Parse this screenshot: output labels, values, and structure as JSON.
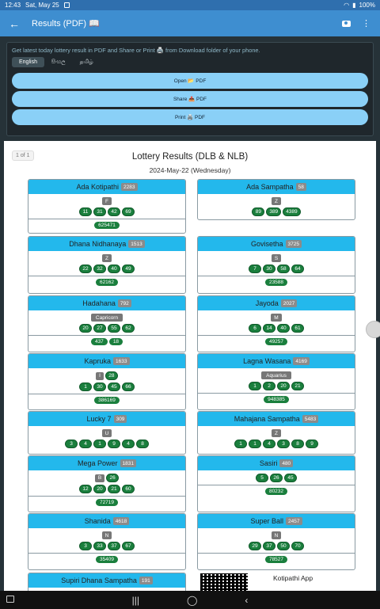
{
  "status": {
    "time": "12:43",
    "date": "Sat, May 25",
    "battery": "100%"
  },
  "appbar": {
    "title": "Results (PDF) 📖",
    "back_icon": "arrow-left-icon",
    "camera_icon": "camera-icon",
    "menu_icon": "more-vert-icon"
  },
  "panel": {
    "info": "Get latest today lottery result in PDF and Share or Print 🖨️ from Download folder of your phone.",
    "langs": [
      "English",
      "සිංහල",
      "தமிழ்"
    ],
    "active_lang": "English",
    "open_label": "Open 📂 PDF",
    "share_label": "Share 📤 PDF",
    "print_label": "Print 🖨️ PDF"
  },
  "results": {
    "page_indicator": "1 of 1",
    "title": "Lottery Results (DLB & NLB)",
    "date": "2024-May-22 (Wednesday)",
    "cards": [
      {
        "name": "Ada Kotipathi",
        "draw": "2283",
        "letter": "F",
        "numbers": [
          "11",
          "31",
          "42",
          "69"
        ],
        "jackpot": "625471"
      },
      {
        "name": "Ada Sampatha",
        "draw": "58",
        "letter": "Z",
        "numbers": [
          "89",
          "389",
          "4389"
        ],
        "jackpot": ""
      },
      {
        "name": "Dhana Nidhanaya",
        "draw": "1513",
        "letter": "Z",
        "numbers": [
          "22",
          "32",
          "40",
          "49"
        ],
        "jackpot": "62162"
      },
      {
        "name": "Govisetha",
        "draw": "3725",
        "letter": "S",
        "numbers": [
          "7",
          "30",
          "58",
          "64"
        ],
        "jackpot": "23588"
      },
      {
        "name": "Hadahana",
        "draw": "792",
        "sign": "Capricorn",
        "numbers": [
          "20",
          "27",
          "55",
          "62"
        ],
        "jackpot2": [
          "437",
          "18"
        ]
      },
      {
        "name": "Jayoda",
        "draw": "2027",
        "letter": "M",
        "numbers": [
          "6",
          "14",
          "40",
          "61"
        ],
        "jackpot": "49257"
      },
      {
        "name": "Kapruka",
        "draw": "1633",
        "letter": "I",
        "extra": "28",
        "numbers": [
          "1",
          "30",
          "45",
          "66"
        ],
        "jackpot": "386169"
      },
      {
        "name": "Lagna Wasana",
        "draw": "4169",
        "sign": "Aquarius",
        "numbers": [
          "1",
          "2",
          "20",
          "21"
        ],
        "jackpot": "948385"
      },
      {
        "name": "Lucky 7",
        "draw": "309",
        "letter": "U",
        "numbers": [
          "3",
          "4",
          "1",
          "9",
          "4",
          "8"
        ],
        "jackpot": ""
      },
      {
        "name": "Mahajana Sampatha",
        "draw": "5483",
        "letter": "Z",
        "numbers": [
          "1",
          "1",
          "4",
          "3",
          "8",
          "9"
        ],
        "jackpot": ""
      },
      {
        "name": "Mega Power",
        "draw": "1831",
        "letter": "B",
        "extra": "26",
        "numbers": [
          "12",
          "20",
          "21",
          "60"
        ],
        "jackpot": "72719"
      },
      {
        "name": "Sasiri",
        "draw": "480",
        "numbers": [
          "5",
          "26",
          "45"
        ],
        "jackpot": "80232"
      },
      {
        "name": "Shanida",
        "draw": "4618",
        "letter": "N",
        "numbers": [
          "3",
          "33",
          "37",
          "67"
        ],
        "jackpot": "35409"
      },
      {
        "name": "Super Ball",
        "draw": "2457",
        "letter": "N",
        "numbers": [
          "29",
          "37",
          "50",
          "70"
        ],
        "jackpot": "78527"
      },
      {
        "name": "Supiri Dhana Sampatha",
        "draw": "191"
      }
    ],
    "app_promo": {
      "title": "Kotipathi App",
      "subtitle": "Get lottery result..."
    }
  }
}
